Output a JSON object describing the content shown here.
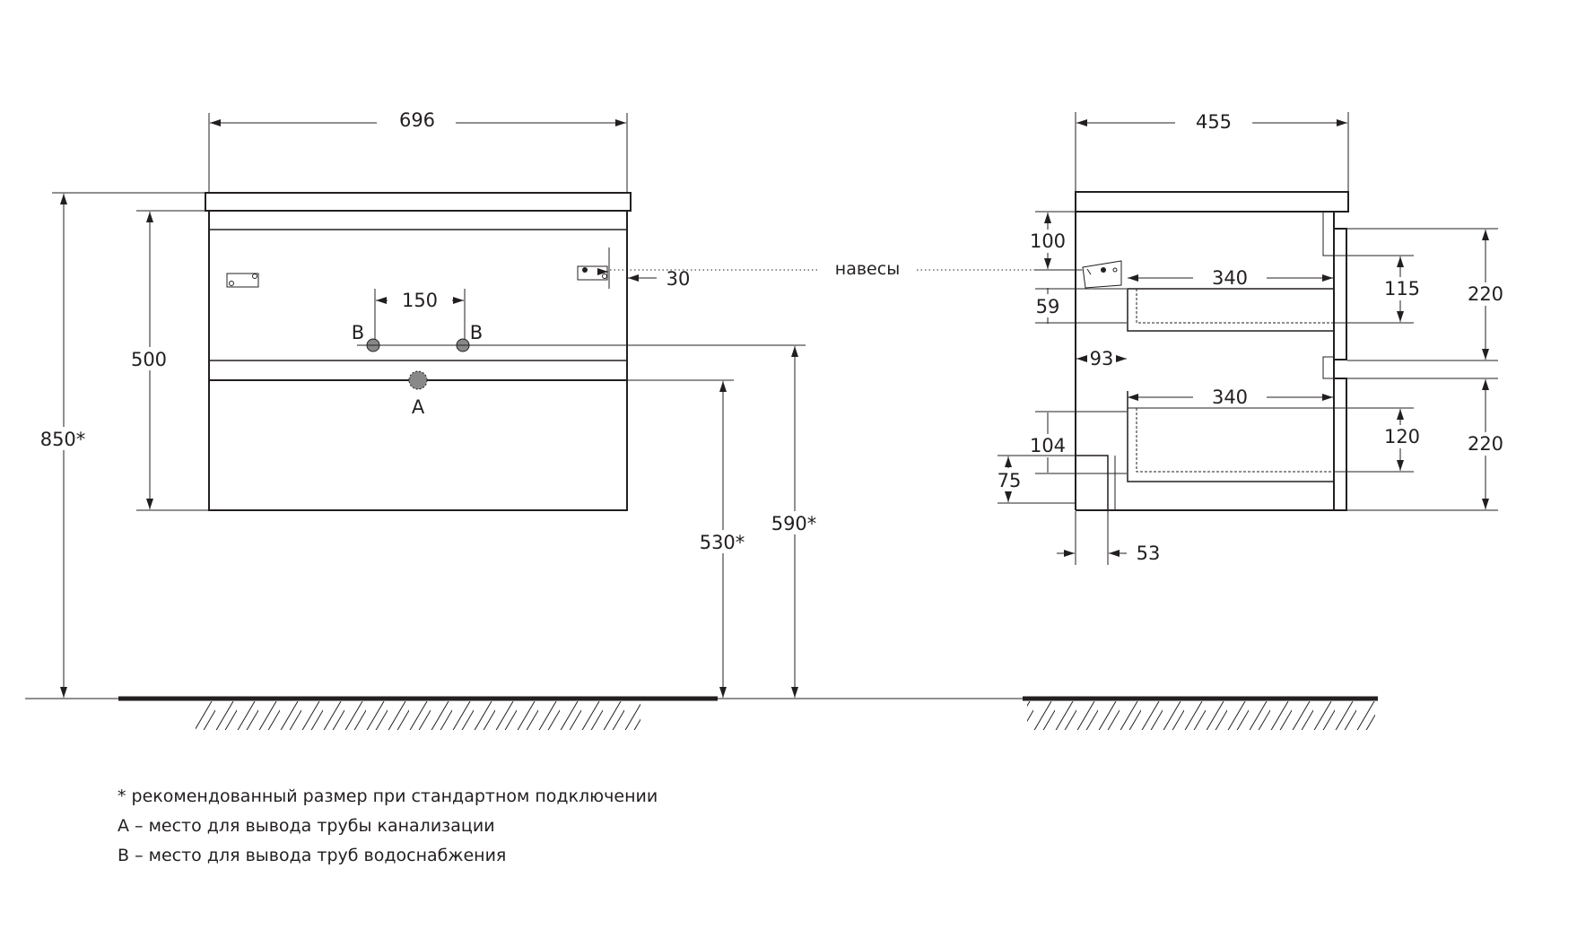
{
  "front_view": {
    "width": "696",
    "total_height": "850*",
    "body_height": "500",
    "pipe_spacing": "150",
    "hinge_offset": "30",
    "label_b_left": "B",
    "label_b_right": "B",
    "label_a": "A",
    "drain_height": "530*",
    "supply_height": "590*"
  },
  "hinges_label": "навесы",
  "side_view": {
    "depth": "455",
    "hinge_top": "100",
    "hinge_gap": "59",
    "drawer_depth_top": "340",
    "drawer_depth_bottom": "340",
    "drawer_setback": "93",
    "top_drawer_inner": "115",
    "top_front": "220",
    "bottom_drawer_inner": "120",
    "bottom_front": "220",
    "bottom_offset_104": "104",
    "bottom_offset_75": "75",
    "plinth_depth": "53"
  },
  "notes": [
    "* рекомендованный размер при стандартном подключении",
    "А – место для вывода трубы канализации",
    "В – место для вывода труб водоснабжения"
  ]
}
